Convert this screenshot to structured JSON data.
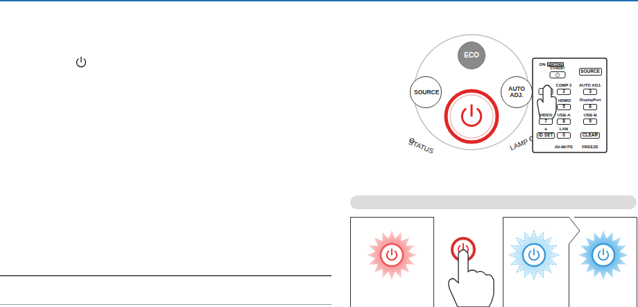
{
  "diagram": {
    "nodes": [
      {
        "text": [
          "ECO"
        ]
      },
      {
        "text": [
          "SOURCE"
        ]
      },
      {
        "text": [
          "AUTO ADJ."
        ]
      },
      {
        "text": [
          "SOURCE"
        ]
      },
      {
        "text": [
          "2"
        ]
      },
      {
        "text": [
          "3"
        ]
      },
      {
        "text": [
          "5"
        ]
      },
      {
        "text": [
          "6"
        ]
      },
      {
        "text": [
          "7"
        ]
      },
      {
        "text": [
          "8"
        ]
      },
      {
        "text": [
          "9"
        ]
      },
      {
        "text": [
          "ID SET"
        ]
      },
      {
        "text": [
          "0"
        ]
      },
      {
        "text": [
          "CLEAR"
        ]
      }
    ],
    "labels": [
      "STATUS",
      "LAMP",
      "ON",
      "POWER",
      "STANDBY",
      "COMP 2",
      "AUTO ADJ.",
      "HDMI2",
      "DisplayPort",
      "VIDEO",
      "USB-A",
      "USB-B",
      "+",
      "LAN",
      "AV-MUTE",
      "FREEZE"
    ]
  }
}
